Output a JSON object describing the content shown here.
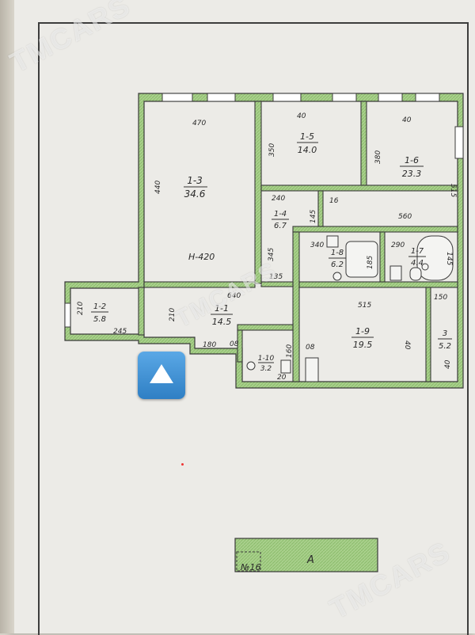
{
  "watermark": {
    "brand": "TMCARS"
  },
  "plan": {
    "rooms": [
      {
        "id": "1-3",
        "area": "34.6"
      },
      {
        "id": "1-5",
        "area": "14.0"
      },
      {
        "id": "1-6",
        "area": "23.3"
      },
      {
        "id": "1-4",
        "area": "6.7"
      },
      {
        "id": "1-8",
        "area": "6.2"
      },
      {
        "id": "1-7",
        "area": "4.4"
      },
      {
        "id": "1-2",
        "area": "5.8"
      },
      {
        "id": "1-1",
        "area": "14.5"
      },
      {
        "id": "1-9",
        "area": "19.5"
      },
      {
        "id": "3",
        "area": "5.2"
      },
      {
        "id": "1-10",
        "area": "3.2"
      }
    ],
    "dimensions": [
      "470",
      "440",
      "40",
      "350",
      "40",
      "380",
      "515",
      "240",
      "145",
      "16",
      "560",
      "H-420",
      "345",
      "135",
      "340",
      "185",
      "290",
      "145",
      "640",
      "210",
      "245",
      "210",
      "180",
      "08",
      "160",
      "20",
      "08",
      "515",
      "40",
      "150",
      "40"
    ],
    "height_label": "H-420",
    "hatch_label": "A",
    "sheet_number": "№16"
  },
  "scroll_up_button": {
    "icon": "triangle-up-icon"
  }
}
